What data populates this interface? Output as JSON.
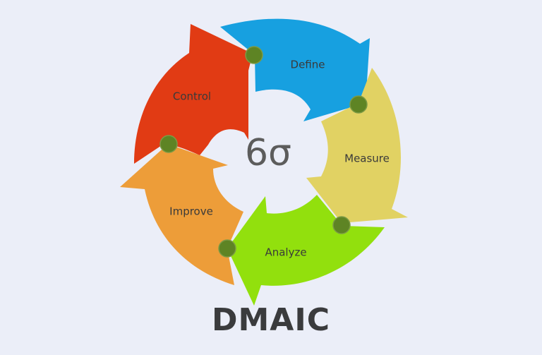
{
  "diagram": {
    "title": "DMAIC",
    "center_symbol": "6σ",
    "background_color": "#ebeef8",
    "connector_dot_color": "#5e8424",
    "steps": [
      {
        "label": "Define",
        "color": "#17a0e0"
      },
      {
        "label": "Measure",
        "color": "#e1d263"
      },
      {
        "label": "Analyze",
        "color": "#92e00d"
      },
      {
        "label": "Improve",
        "color": "#ed9d39"
      },
      {
        "label": "Control",
        "color": "#e13b14"
      }
    ],
    "flow": "Define → Measure → Analyze → Improve → Control → Define (clockwise cycle)"
  }
}
